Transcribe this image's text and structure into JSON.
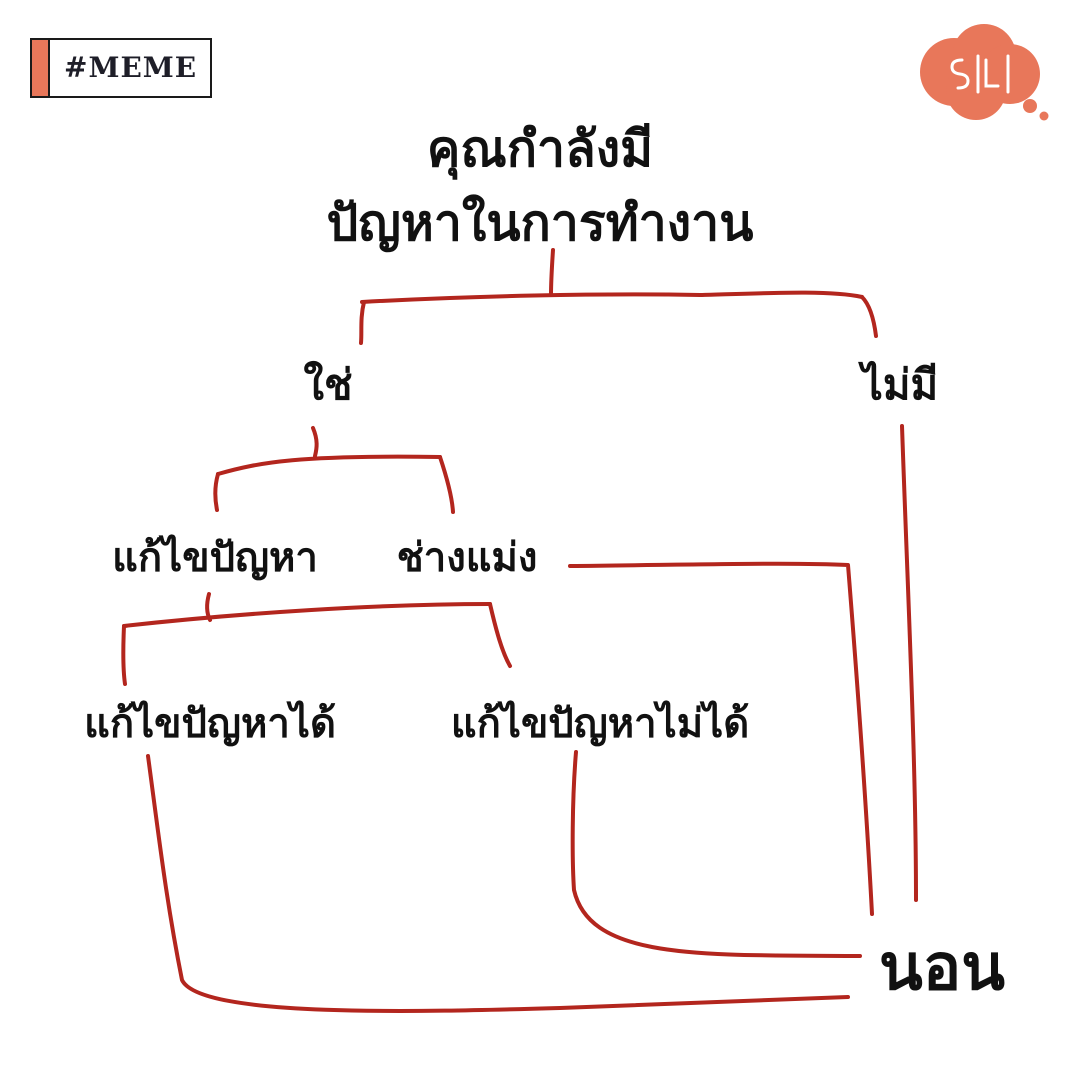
{
  "tag": {
    "label": "#MEME"
  },
  "logo": {
    "letters": [
      "S",
      "L"
    ],
    "color": "#e8775a"
  },
  "colors": {
    "connector": "#b3261e",
    "accent": "#e8775a",
    "text": "#111111"
  },
  "diagram": {
    "root": {
      "line1": "คุณกำลังมี",
      "line2": "ปัญหาในการทำงาน"
    },
    "yes": "ใช่",
    "no": "ไม่มี",
    "solve": "แก้ไขปัญหา",
    "whatever": "ช่างแม่ง",
    "can_solve": "แก้ไขปัญหาได้",
    "cannot_solve": "แก้ไขปัญหาไม่ได้",
    "sleep": "นอน"
  }
}
